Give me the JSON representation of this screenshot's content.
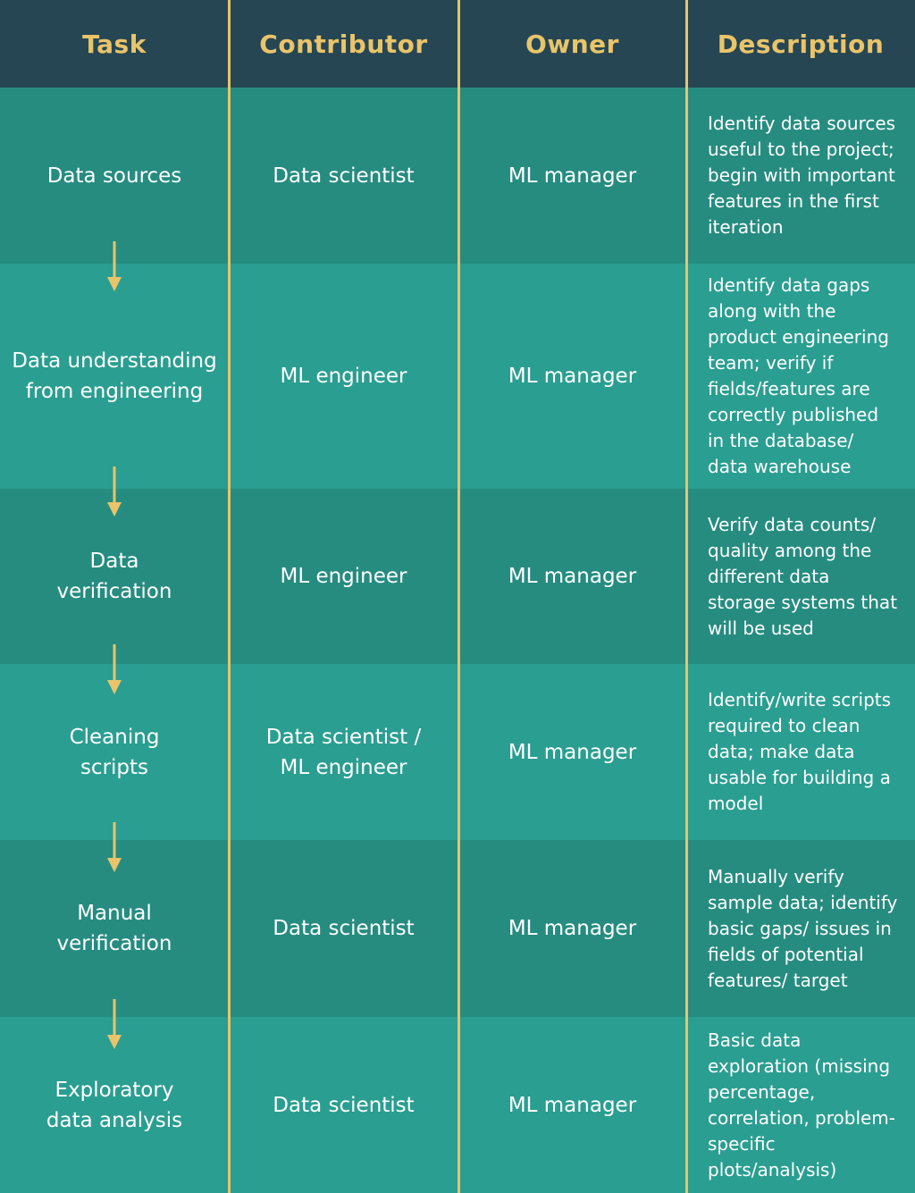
{
  "colors": {
    "header_bg": "#264653",
    "header_text": "#e9c46a",
    "row_dark": "#268c80",
    "row_light": "#2a9e91",
    "divider": "#e9c46a",
    "arrow": "#e9c46a"
  },
  "headers": {
    "task": "Task",
    "contributor": "Contributor",
    "owner": "Owner",
    "description": "Description"
  },
  "rows": [
    {
      "task": "Data sources",
      "contributor": "Data scientist",
      "owner": "ML manager",
      "description": "Identify data sources useful to the project; begin with important features in the first iteration"
    },
    {
      "task": "Data understanding from engineering",
      "contributor": "ML engineer",
      "owner": "ML manager",
      "description": "Identify data gaps along with the product engineering team; verify if fields/features are correctly published in the database/ data warehouse"
    },
    {
      "task": "Data verification",
      "contributor": "ML engineer",
      "owner": "ML manager",
      "description": "Verify data counts/ quality among the different data storage systems that will be used"
    },
    {
      "task": "Cleaning scripts",
      "contributor": "Data scientist / ML engineer",
      "owner": "ML manager",
      "description": "Identify/write scripts required to clean data; make data usable for building a model"
    },
    {
      "task": "Manual verification",
      "contributor": "Data scientist",
      "owner": "ML manager",
      "description": "Manually verify sample data; identify basic gaps/ issues in fields of potential features/ target"
    },
    {
      "task": "Exploratory data analysis",
      "contributor": "Data scientist",
      "owner": "ML manager",
      "description": "Basic data exploration (missing percentage, correlation, problem-specific plots/analysis)"
    }
  ],
  "icons": {
    "row_arrow": "arrow-down-icon"
  }
}
